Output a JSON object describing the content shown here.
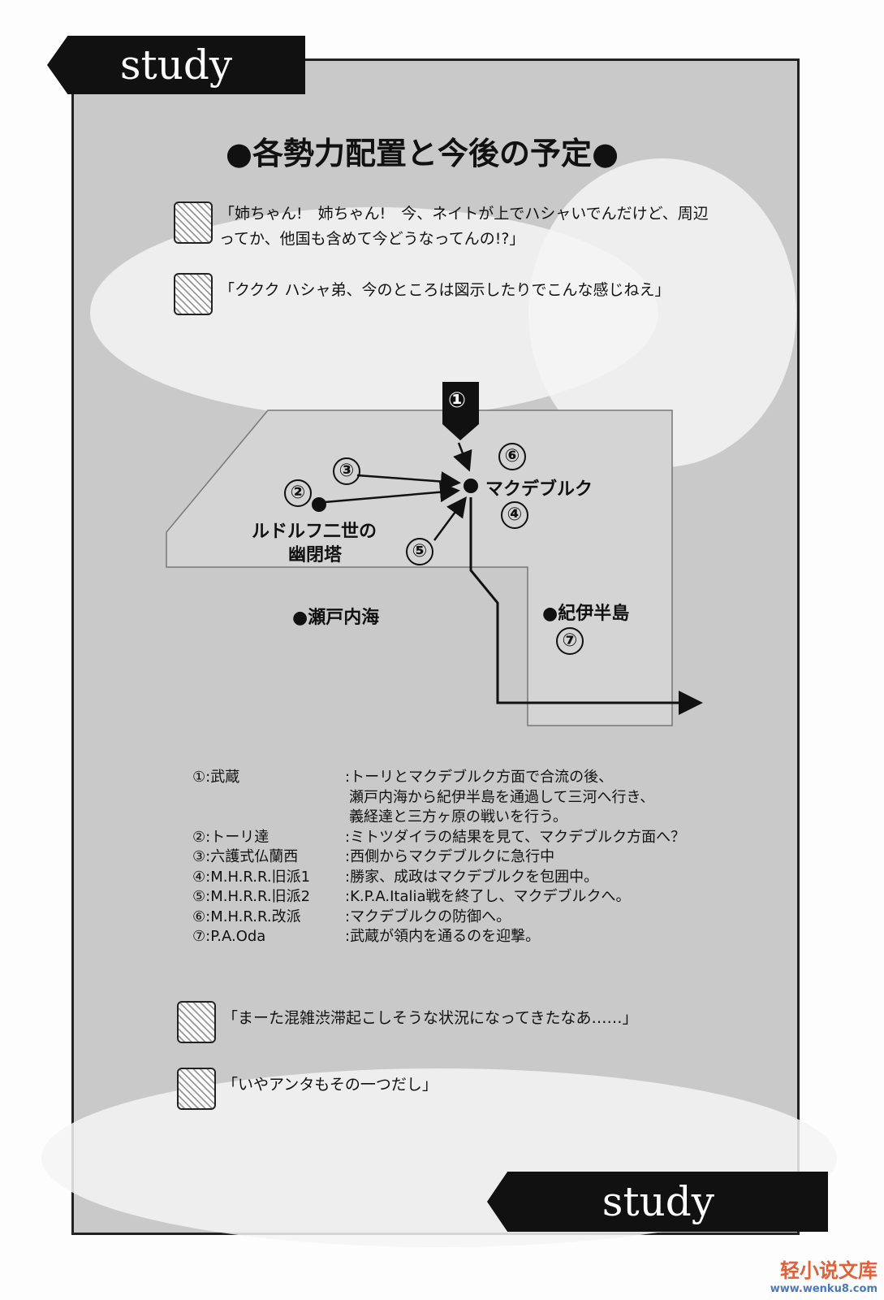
{
  "tabs": {
    "top": "study",
    "bottom": "study"
  },
  "title": "●各勢力配置と今後の予定●",
  "dialogues_top": [
    {
      "lines": [
        "「姉ちゃん!　姉ちゃん!　今、ネイトが上でハシャいでんだけど、周辺",
        "ってか、他国も含めて今どうなってんの!?」"
      ]
    },
    {
      "lines": [
        "「ククク ハシャ弟、今のところは図示したりでこんな感じねえ」"
      ]
    }
  ],
  "map": {
    "markers": {
      "m1": "①",
      "m2": "②",
      "m3": "③",
      "m4": "④",
      "m5": "⑤",
      "m6": "⑥",
      "m7": "⑦"
    },
    "labels": {
      "magdeburg": "マクデブルク",
      "tower_line1": "ルドルフ二世の",
      "tower_line2": "幽閉塔",
      "setonaikai": "●瀬戸内海",
      "kii": "●紀伊半島"
    }
  },
  "legend": [
    {
      "key": "①:武蔵",
      "lines": [
        ":トーリとマクデブルク方面で合流の後、",
        "瀬戸内海から紀伊半島を通過して三河へ行き、",
        "義経達と三方ヶ原の戦いを行う。"
      ]
    },
    {
      "key": "②:トーリ達",
      "lines": [
        ":ミトツダイラの結果を見て、マクデブルク方面へ？"
      ]
    },
    {
      "key": "③:六護式仏蘭西",
      "lines": [
        ":西側からマクデブルクに急行中"
      ]
    },
    {
      "key": "④:M.H.R.R.旧派1",
      "lines": [
        ":勝家、成政はマクデブルクを包囲中。"
      ]
    },
    {
      "key": "⑤:M.H.R.R.旧派2",
      "lines": [
        ":K.P.A.Italia戦を終了し、マクデブルクへ。"
      ]
    },
    {
      "key": "⑥:M.H.R.R.改派",
      "lines": [
        ":マクデブルクの防御へ。"
      ]
    },
    {
      "key": "⑦:P.A.Oda",
      "lines": [
        ":武蔵が領内を通るのを迎撃。"
      ]
    }
  ],
  "dialogues_bottom": [
    {
      "lines": [
        "「まーた混雑渋滞起こしそうな状況になってきたなあ……」"
      ]
    },
    {
      "lines": [
        "「いやアンタもその一つだし」"
      ]
    }
  ],
  "watermark": {
    "text": "轻小说文库",
    "url": "www.wenku8.com"
  }
}
